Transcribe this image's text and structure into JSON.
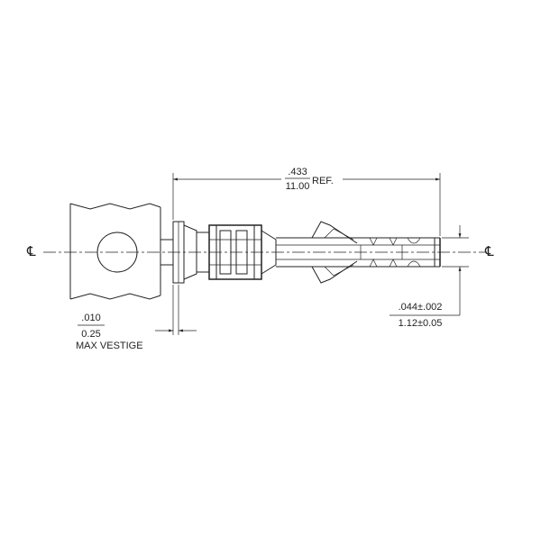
{
  "dimensions": {
    "overall_length": {
      "inch": ".433",
      "mm": "11.00",
      "suffix": "REF."
    },
    "vestige": {
      "inch": ".010",
      "mm": "0.25",
      "note": "MAX VESTIGE"
    },
    "tip_diameter": {
      "inch": ".044±.002",
      "mm": "1.12±0.05"
    }
  },
  "centerline_symbols": {
    "left": "℄",
    "right": "℄"
  }
}
